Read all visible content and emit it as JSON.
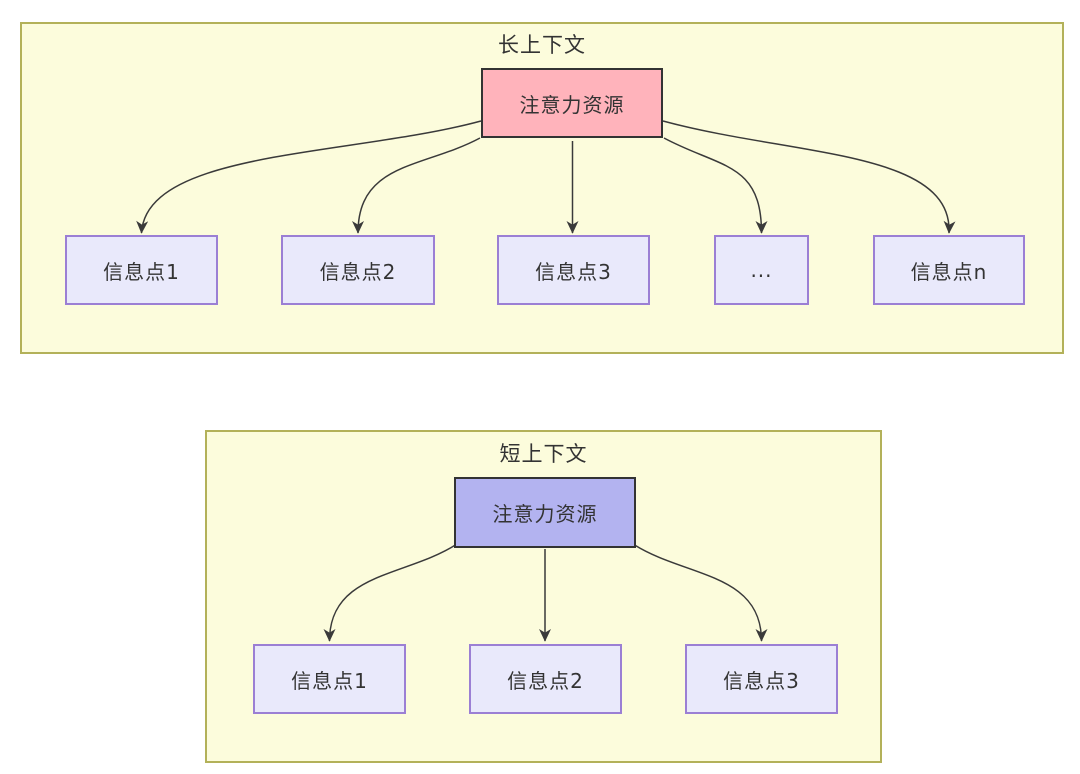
{
  "long_context": {
    "title": "长上下文",
    "source": {
      "label": "注意力资源"
    },
    "items": [
      {
        "label": "信息点1"
      },
      {
        "label": "信息点2"
      },
      {
        "label": "信息点3"
      },
      {
        "label": "..."
      },
      {
        "label": "信息点n"
      }
    ]
  },
  "short_context": {
    "title": "短上下文",
    "source": {
      "label": "注意力资源"
    },
    "items": [
      {
        "label": "信息点1"
      },
      {
        "label": "信息点2"
      },
      {
        "label": "信息点3"
      }
    ]
  },
  "colors": {
    "panel_bg": "#fcfcdc",
    "panel_border": "#b3b159",
    "attention_long_fill": "#ffb3bb",
    "attention_short_fill": "#b3b3f0",
    "attention_border": "#333333",
    "info_fill": "#e9e9fb",
    "info_border": "#9b7fd4",
    "arrow": "#3a3a3a",
    "text": "#333333"
  }
}
